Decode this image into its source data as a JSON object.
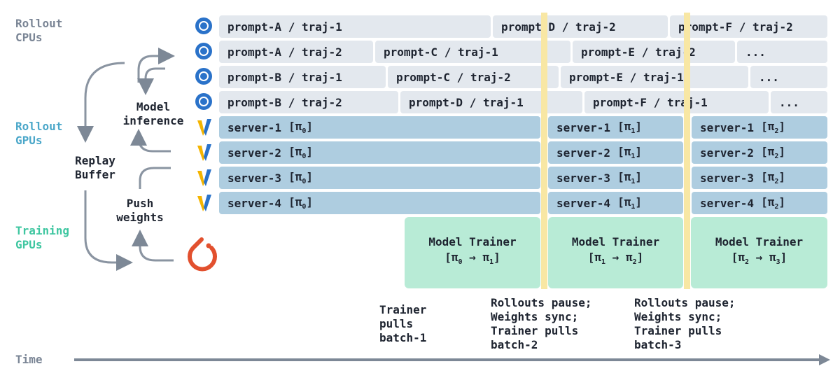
{
  "lanes": {
    "rollout_cpus": [
      "Rollout",
      "CPUs"
    ],
    "rollout_gpus": [
      "Rollout",
      "GPUs"
    ],
    "training_gpus": [
      "Training",
      "GPUs"
    ],
    "time": "Time"
  },
  "colors": {
    "cpu_label": "#7a8595",
    "gpu_label": "#4ba7c9",
    "training_label": "#3ec6a0",
    "cpu_box": "#e3e8ee",
    "gpu_box": "#aecde0",
    "trainer_box": "#b8ebd6",
    "sync_line": "#f8e7a4"
  },
  "side": {
    "replay": [
      "Replay",
      "Buffer"
    ],
    "inference": [
      "Model",
      "inference"
    ],
    "push": [
      "Push",
      "weights"
    ]
  },
  "cpu_rows": [
    [
      "prompt-A / traj-1",
      "prompt-D / traj-2",
      "prompt-F / traj-2"
    ],
    [
      "prompt-A / traj-2",
      "prompt-C / traj-1",
      "prompt-E / traj-2",
      "..."
    ],
    [
      "prompt-B / traj-1",
      "prompt-C / traj-2",
      "prompt-E / traj-1",
      "..."
    ],
    [
      "prompt-B / traj-2",
      "prompt-D / traj-1",
      "prompt-F / traj-1",
      "..."
    ]
  ],
  "servers": [
    "server-1",
    "server-2",
    "server-3",
    "server-4"
  ],
  "policies": [
    "π",
    "π",
    "π"
  ],
  "policy_subs": [
    "0",
    "1",
    "2"
  ],
  "trainers": {
    "label": "Model Trainer",
    "arrow": "→",
    "from": [
      "0",
      "1",
      "2"
    ],
    "to": [
      "1",
      "2",
      "3"
    ]
  },
  "notes": {
    "n1": [
      "Trainer",
      "pulls",
      "batch-1"
    ],
    "n2": [
      "Rollouts pause;",
      "Weights sync;",
      "Trainer pulls",
      "batch-2"
    ],
    "n3": [
      "Rollouts pause;",
      "Weights sync;",
      "Trainer pulls",
      "batch-3"
    ]
  }
}
